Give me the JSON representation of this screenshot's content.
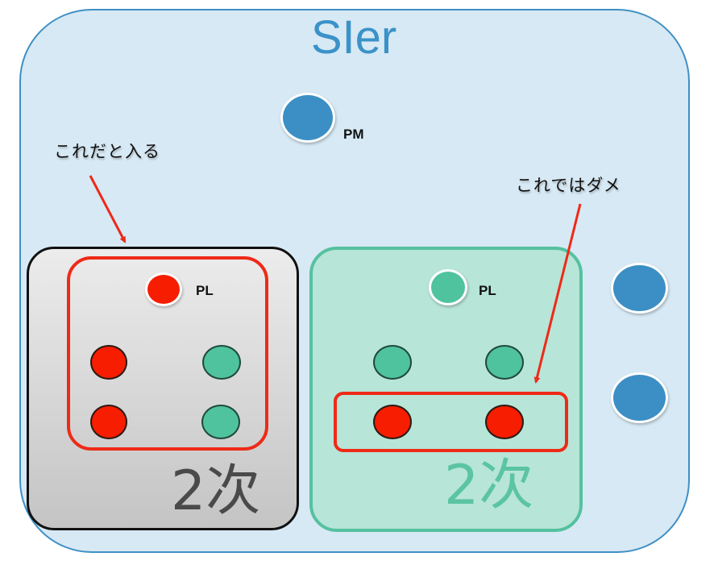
{
  "title": "SIer",
  "colors": {
    "sier_bg": "#d7e9f4",
    "sier_border": "#3f8fc4",
    "sier_member": "#3b8fc5",
    "red_member": "#f71d00",
    "green_member": "#4fc39e",
    "highlight": "#ee2a17",
    "contractor_a_border": "#111111",
    "contractor_b_border": "#55c19f"
  },
  "pm": {
    "label": "PM"
  },
  "annotations": {
    "good": "これだと入る",
    "bad": "これではダメ"
  },
  "contractor_a": {
    "tier_label": "2次",
    "pl_label": "PL",
    "pl_color": "red",
    "members": [
      "red",
      "green",
      "red",
      "green"
    ]
  },
  "contractor_b": {
    "tier_label": "2次",
    "pl_label": "PL",
    "pl_color": "green",
    "members": [
      "green",
      "green",
      "red",
      "red"
    ]
  },
  "sier_extra_members": 2
}
